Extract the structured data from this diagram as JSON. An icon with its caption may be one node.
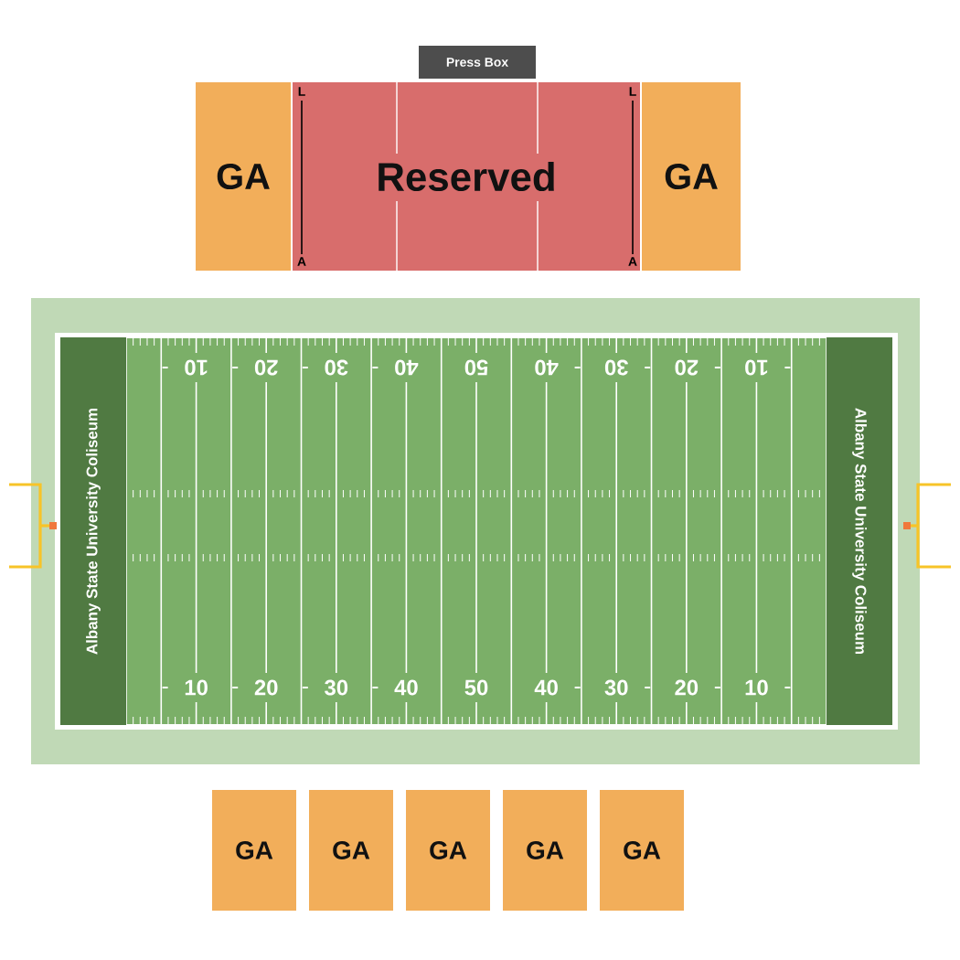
{
  "diagram": {
    "nodes": [
      {
        "text": [
          "Press Box"
        ]
      },
      {
        "text": [
          "GA"
        ]
      },
      {
        "text": [
          "Reserved"
        ]
      },
      {
        "text": [
          "GA"
        ]
      },
      {
        "text": [
          "Albany State University Coliseum"
        ]
      },
      {
        "text": [
          "Albany State University Coliseum"
        ]
      },
      {
        "text": [
          "GA"
        ]
      },
      {
        "text": [
          "GA"
        ]
      },
      {
        "text": [
          "GA"
        ]
      },
      {
        "text": [
          "GA"
        ]
      },
      {
        "text": [
          "GA"
        ]
      }
    ],
    "labels": [
      "L",
      "L",
      "A",
      "A",
      "10",
      "20",
      "30",
      "40",
      "50",
      "40",
      "30",
      "20",
      "10",
      "10",
      "20",
      "30",
      "40",
      "50",
      "40",
      "30",
      "20",
      "10"
    ]
  }
}
